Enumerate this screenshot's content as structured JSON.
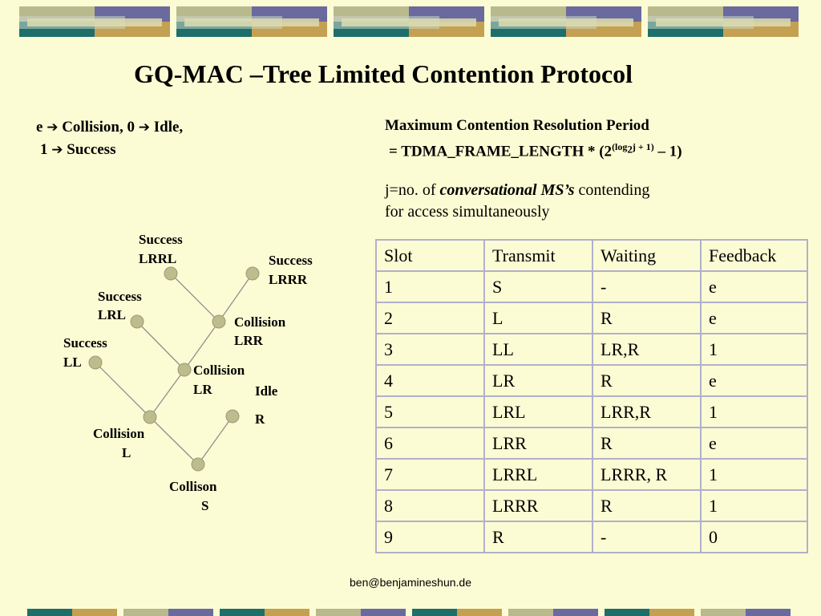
{
  "slide": {
    "title": "GQ-MAC –Tree Limited Contention Protocol",
    "legend": {
      "e_label": "e",
      "collision_text": "Collision, 0",
      "idle_text": "Idle,",
      "one_label": "1",
      "success_text": "Success"
    },
    "formula": {
      "line1": "Maximum Contention Resolution Period",
      "prefix": "= TDMA_FRAME_LENGTH * (2",
      "exp_open": "(log",
      "base": "2",
      "exp_rest": "j + 1)",
      "suffix": " – 1)"
    },
    "description": {
      "part1": "j=no. of ",
      "emphasis": "conversational MS’s",
      "part2": " contending",
      "line2": "for access simultaneously"
    },
    "footer": "ben@benjamineshun.de"
  },
  "tree": {
    "labels": {
      "lrrl_status": "Success",
      "lrrl": "LRRL",
      "lrrr_status": "Success",
      "lrrr": "LRRR",
      "lrl_status": "Success",
      "lrl": "LRL",
      "lrr_status": "Collision",
      "lrr": "LRR",
      "ll_status": "Success",
      "ll": "LL",
      "lr_status": "Collision",
      "lr": "LR",
      "r_status": "Idle",
      "r": "R",
      "l_status": "Collision",
      "l": "L",
      "s_status": "Collison",
      "s": "S"
    }
  },
  "table": {
    "headers": [
      "Slot",
      "Transmit",
      "Waiting",
      "Feedback"
    ],
    "rows": [
      [
        "1",
        "S",
        "-",
        "e"
      ],
      [
        "2",
        "L",
        "R",
        "e"
      ],
      [
        "3",
        "LL",
        "LR,R",
        "1"
      ],
      [
        "4",
        "LR",
        "R",
        "e"
      ],
      [
        "5",
        "LRL",
        "LRR,R",
        "1"
      ],
      [
        "6",
        "LRR",
        "R",
        "e"
      ],
      [
        "7",
        "LRRL",
        "LRRR, R",
        "1"
      ],
      [
        "8",
        "LRRR",
        "R",
        "1"
      ],
      [
        "9",
        "R",
        "-",
        "0"
      ]
    ]
  }
}
